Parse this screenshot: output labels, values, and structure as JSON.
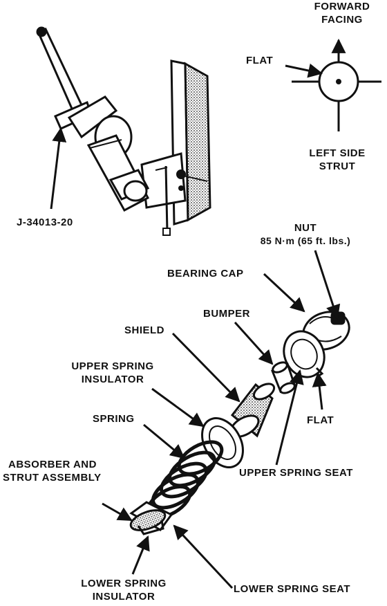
{
  "labels": {
    "forward_facing_1": "FORWARD",
    "forward_facing_2": "FACING",
    "flat_top": "FLAT",
    "left_side_1": "LEFT SIDE",
    "left_side_2": "STRUT",
    "tool": "J-34013-20",
    "nut_1": "NUT",
    "nut_2": "85 N·m (65 ft. lbs.)",
    "bearing_cap": "BEARING CAP",
    "bumper": "BUMPER",
    "shield": "SHIELD",
    "upper_insulator_1": "UPPER SPRING",
    "upper_insulator_2": "INSULATOR",
    "spring": "SPRING",
    "flat_bottom": "FLAT",
    "upper_seat": "UPPER SPRING SEAT",
    "absorber_1": "ABSORBER AND",
    "absorber_2": "STRUT ASSEMBLY",
    "lower_insulator_1": "LOWER SPRING",
    "lower_insulator_2": "INSULATOR",
    "lower_seat": "LOWER SPRING SEAT"
  }
}
